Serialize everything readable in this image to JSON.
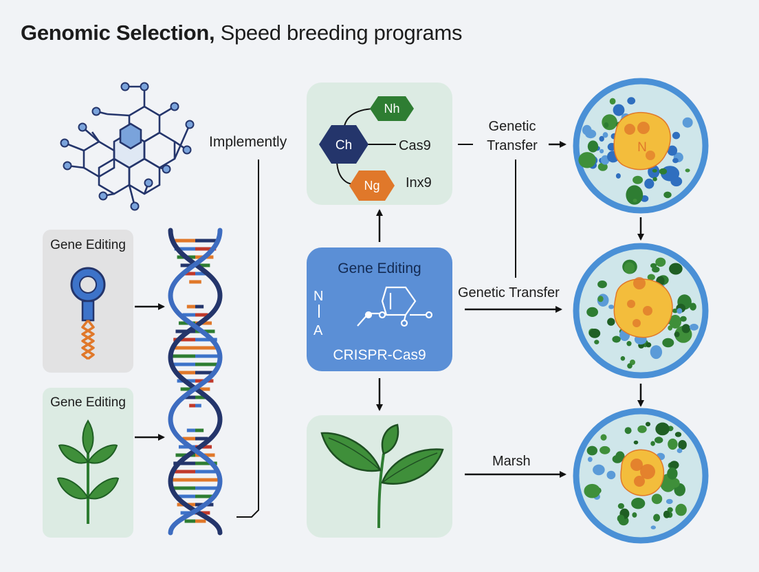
{
  "title": {
    "bold_part": "Genomic Selection,",
    "regular_part": " Speed breeding programs"
  },
  "labels": {
    "implemently": "Implemently",
    "gene_editing_card_1": "Gene Editing",
    "gene_editing_card_2": "Gene Editing",
    "crispr_box_title": "Gene Editing",
    "crispr_box_caption": "CRISPR-Cas9",
    "crispr_symbol_n": "N",
    "crispr_symbol_a": "A",
    "node_nh": "Nh",
    "node_ch": "Ch",
    "node_ng": "Nɡ",
    "cas9": "Cas9",
    "inx9": "Inx9",
    "genetic_transfer_top_line1": "Genetic",
    "genetic_transfer_top_line2": "Transfer",
    "genetic_transfer_middle": "Genetic Transfer",
    "marsh": "Marsh",
    "nucleus_n": "N"
  },
  "colors": {
    "background": "#f1f3f6",
    "navy": "#24356b",
    "blue": "#3d73c9",
    "light_blue_box": "#5b8fd6",
    "orange": "#e0782a",
    "green_dark": "#2e7d32",
    "green_leaf": "#3f8f3a",
    "mint_panel": "#dcebe3",
    "gray_card": "#e2e2e3",
    "cell_ring": "#4a90d6",
    "nucleus_yellow": "#f3bd3c"
  }
}
